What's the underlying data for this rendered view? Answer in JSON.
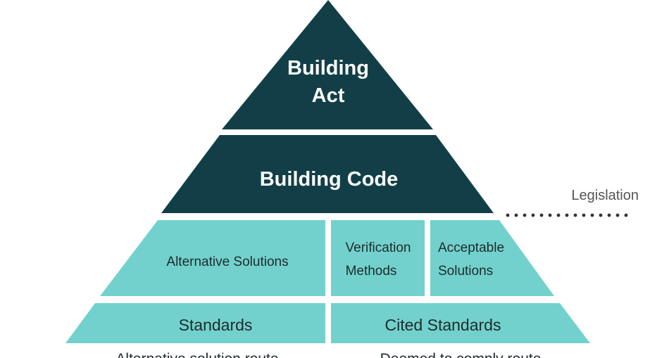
{
  "diagram": {
    "tier_act": {
      "line1": "Building",
      "line2": "Act"
    },
    "tier_code": {
      "label": "Building Code"
    },
    "tier_solutions": {
      "alternative": "Alternative Solutions",
      "verification": {
        "line1": "Verification",
        "line2": "Methods"
      },
      "acceptable": {
        "line1": "Acceptable",
        "line2": "Solutions"
      }
    },
    "tier_standards": {
      "standards": "Standards",
      "cited": "Cited Standards"
    },
    "legislation_label": "Legislation",
    "routes": {
      "alternative": "Alternative solution route",
      "deemed": "Deemed to comply route"
    }
  },
  "colors": {
    "dark_teal": "#123f47",
    "light_teal": "#72d1cc",
    "dots": "#333333",
    "text_light": "#ffffff",
    "text_dark": "#1e2b2d",
    "legislation": "#555555"
  }
}
